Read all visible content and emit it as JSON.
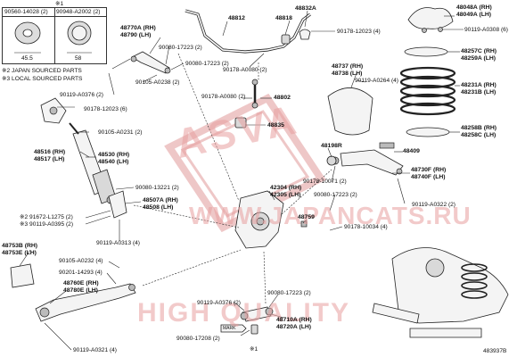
{
  "inset": {
    "ref_mark": "※1",
    "parts": [
      {
        "code": "90560-14028 (2)"
      },
      {
        "code": "90948-A2002 (2)"
      }
    ],
    "dims": [
      "45.5",
      "58"
    ]
  },
  "notes": [
    "※2 JAPAN SOURCED PARTS",
    "※3 LOCAL SOURCED PARTS"
  ],
  "watermark": {
    "brand": "ASVA",
    "site": "WWW.JAPANCATS.RU",
    "slogan": "HIGH QUALITY"
  },
  "tag_mark": "MARK",
  "diagram_id": "483937B",
  "labels": {
    "l48812": "48812",
    "l48818": "48818",
    "l48832a": "48832A",
    "l90178_12023_4": "90178-12023 (4)",
    "l48770a": "48770A (RH)",
    "l48790": "48790 (LH)",
    "l90080_17223_2a": "90080-17223 (2)",
    "l90080_17223_2b": "90080-17223 (2)",
    "l90178_a0080_2a": "90178-A0080 (2)",
    "l90105_a0238": "90105-A0238 (2)",
    "l90178_a0080_2b": "90178-A0080 (2)",
    "l48802": "48802",
    "l90119_a0376_2a": "90119-A0376 (2)",
    "l90178_12023_6": "90178-12023 (6)",
    "l48835": "48835",
    "l90105_a0231": "90105-A0231 (2)",
    "l48516": "48516 (RH)",
    "l48517": "48517 (LH)",
    "l48530": "48530 (RH)",
    "l48540": "48540 (LH)",
    "l90080_13221": "90080-13221 (2)",
    "l48507a": "48507A (RH)",
    "l48508": "48508 (LH)",
    "l91672": "※2 91672-L1275 (2)",
    "l90119_a0395": "※3 90119-A0395 (2)",
    "l90119_a0313": "90119-A0313 (4)",
    "l48753b": "48753B (RH)",
    "l48753e": "48753E (LH)",
    "l90105_a0232": "90105-A0232 (4)",
    "l90201_14293": "90201-14293 (4)",
    "l48760e": "48760E (RH)",
    "l48780e": "48780E (LH)",
    "l90119_a0321": "90119-A0321 (4)",
    "l48048a": "48048A (RH)",
    "l48049a": "48049A (LH)",
    "l90119_a0308": "90119-A0308 (6)",
    "l48257c": "48257C (RH)",
    "l48259a": "48259A (LH)",
    "l48737": "48737 (RH)",
    "l48738": "48738 (LH)",
    "l90119_a0264": "90119-A0264 (4)",
    "l48231a": "48231A (RH)",
    "l48231b": "48231B (LH)",
    "l48258b": "48258B (RH)",
    "l48258c": "48258C (LH)",
    "l48198r": "48198R",
    "l48409": "48409",
    "l48730f": "48730F (RH)",
    "l48740f": "48740F (LH)",
    "l90178_10071": "90178-10071 (2)",
    "l42304": "42304 (RH)",
    "l42305": "42305 (LH)",
    "l90080_17223_2c": "90080-17223 (2)",
    "l90119_a0322": "90119-A0322 (2)",
    "l48759": "48759",
    "l90178_10034": "90178-10034 (4)",
    "l90119_a0376_2b": "90119-A0376 (2)",
    "l90080_17223_2d": "90080-17223 (2)",
    "l48710a": "48710A (RH)",
    "l48720a": "48720A (LH)",
    "l90080_17208": "90080-17208 (2)",
    "l_ref1": "※1"
  },
  "colors": {
    "line": "#222222",
    "watermark": "#e8a0a0",
    "part_fill": "#f4f4f4"
  }
}
